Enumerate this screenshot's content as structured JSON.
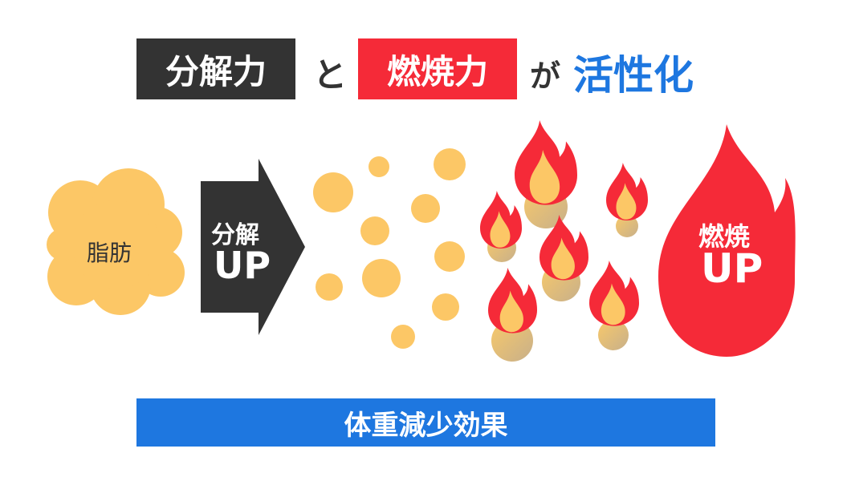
{
  "title": {
    "part1": "分解力",
    "connector1": "と",
    "part2": "燃焼力",
    "connector2": "が",
    "part3": "活性化"
  },
  "fat_label": "脂肪",
  "arrow": {
    "line1": "分解",
    "line2": "UP"
  },
  "big_flame": {
    "line1": "燃焼",
    "line2": "UP"
  },
  "footer": "体重減少効果",
  "colors": {
    "dark": "#333333",
    "red": "#f52a38",
    "blue": "#1e77e0",
    "fat": "#fcc766"
  }
}
